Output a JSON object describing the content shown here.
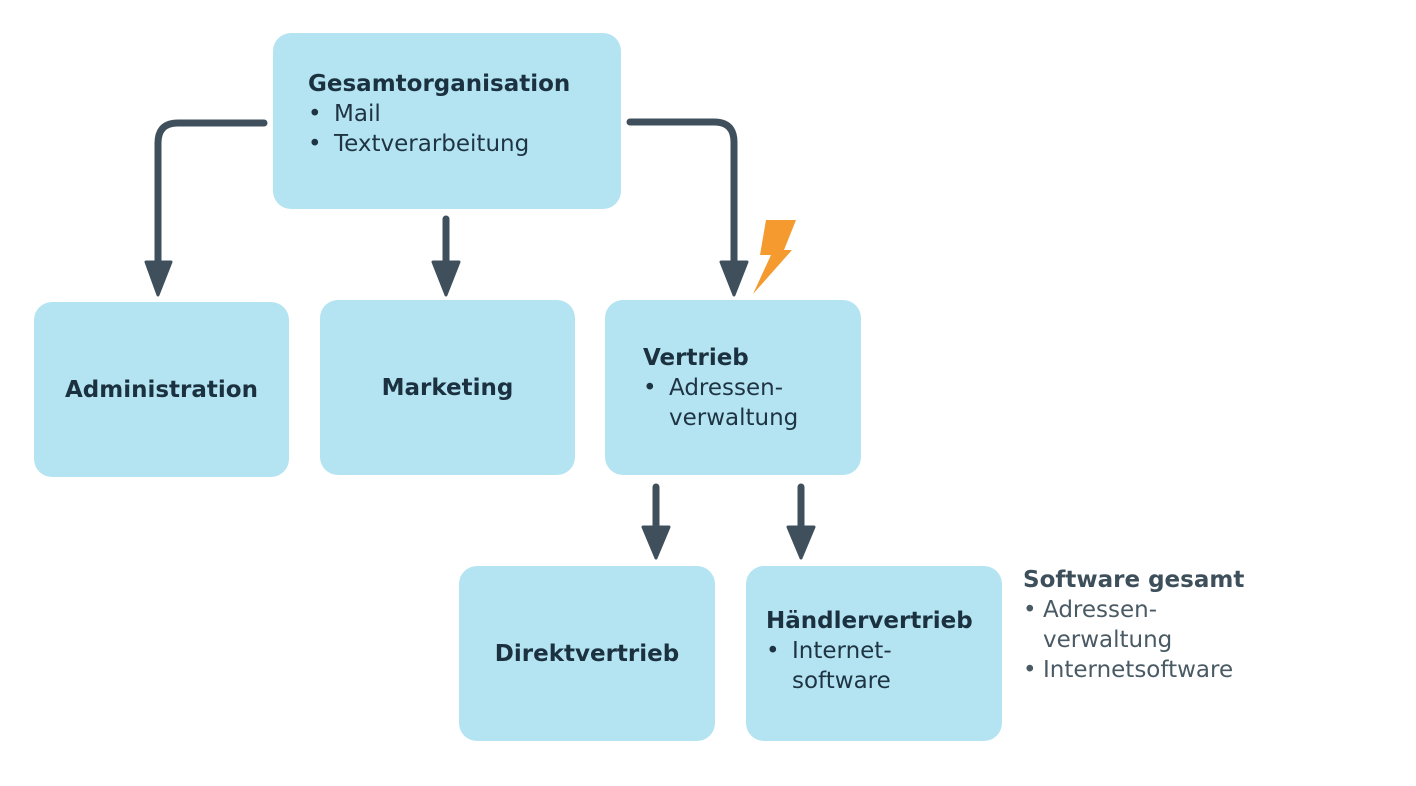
{
  "colors": {
    "box_fill": "#b4e4f2",
    "text_dark": "#1b3140",
    "arrow": "#3f505c",
    "conflict": "#f59a2f",
    "legend_text": "#4a5a64"
  },
  "nodes": {
    "gesamtorganisation": {
      "title": "Gesamtorganisation",
      "items": [
        "Mail",
        "Textverarbeitung"
      ]
    },
    "administration": {
      "title": "Administration"
    },
    "marketing": {
      "title": "Marketing"
    },
    "vertrieb": {
      "title": "Vertrieb",
      "items": [
        [
          "Adressen-",
          "verwaltung"
        ]
      ]
    },
    "direktvertrieb": {
      "title": "Direktvertrieb"
    },
    "haendlervertrieb": {
      "title": "Händlervertrieb",
      "items": [
        [
          "Internet-",
          "software"
        ]
      ]
    }
  },
  "legend": {
    "title": "Software gesamt",
    "items": [
      [
        "Adressen-",
        "verwaltung"
      ],
      [
        "Internetsoftware"
      ]
    ]
  },
  "edges": [
    {
      "from": "gesamtorganisation",
      "to": "administration"
    },
    {
      "from": "gesamtorganisation",
      "to": "marketing"
    },
    {
      "from": "gesamtorganisation",
      "to": "vertrieb",
      "marker": "lightning-icon"
    },
    {
      "from": "vertrieb",
      "to": "direktvertrieb"
    },
    {
      "from": "vertrieb",
      "to": "haendlervertrieb"
    }
  ],
  "bullet_glyph": "•"
}
